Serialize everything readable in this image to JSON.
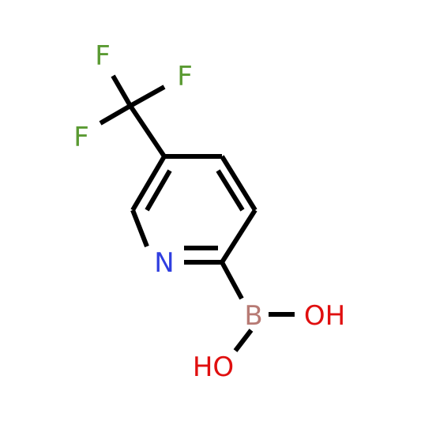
{
  "molecule": {
    "atoms": {
      "f1": {
        "symbol": "F",
        "color": "#5a9a32"
      },
      "f2": {
        "symbol": "F",
        "color": "#5a9a32"
      },
      "f3": {
        "symbol": "F",
        "color": "#5a9a32"
      },
      "n": {
        "symbol": "N",
        "color": "#2f3ee0"
      },
      "b": {
        "symbol": "B",
        "color": "#b77a74"
      },
      "oh1": {
        "symbol": "OH",
        "color": "#e00f0f"
      },
      "oh2": {
        "symbol": "HO",
        "color": "#e00f0f"
      }
    },
    "bond_color": "#000000"
  }
}
